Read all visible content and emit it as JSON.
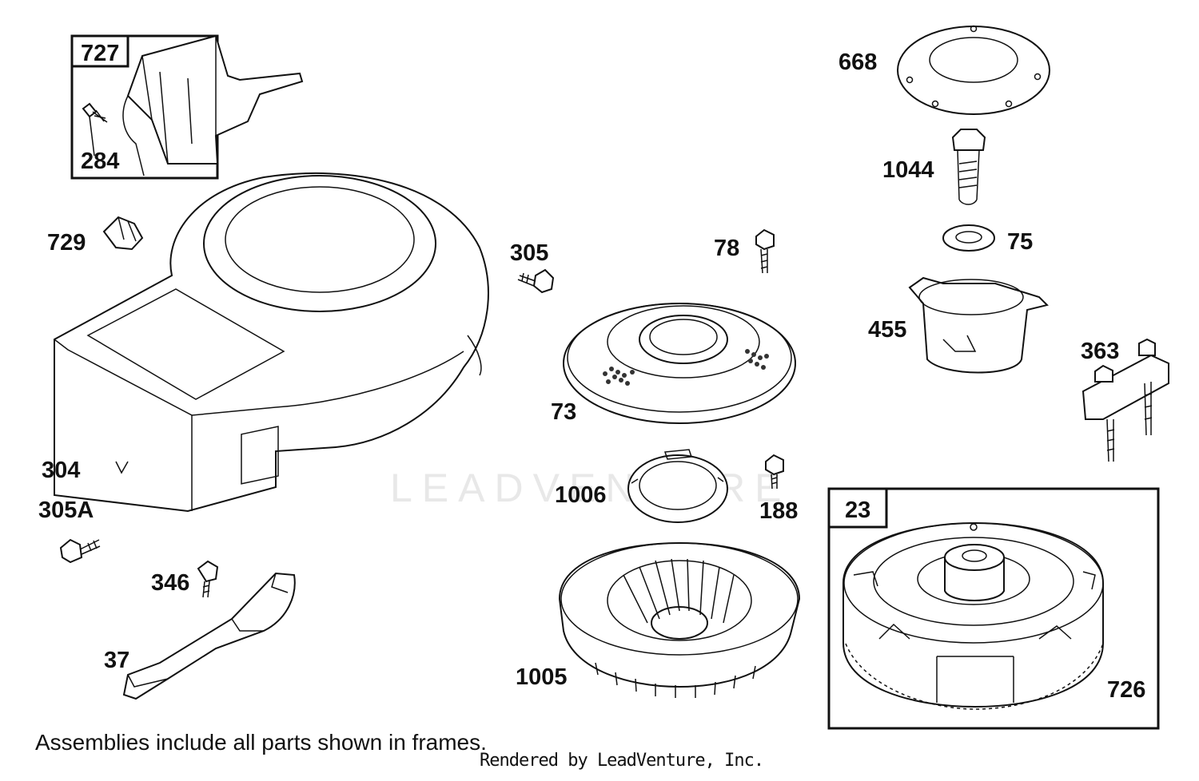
{
  "watermark": "LEADVENTURE",
  "footer_note": "Assemblies include all parts shown in frames.",
  "credit": "Rendered by LeadVenture, Inc.",
  "labels": {
    "p727": "727",
    "p284": "284",
    "p729": "729",
    "p304": "304",
    "p305A": "305A",
    "p346": "346",
    "p37": "37",
    "p305": "305",
    "p78": "78",
    "p73": "73",
    "p1006": "1006",
    "p188": "188",
    "p1005": "1005",
    "p668": "668",
    "p1044": "1044",
    "p75": "75",
    "p455": "455",
    "p363": "363",
    "p23": "23",
    "p726": "726"
  }
}
